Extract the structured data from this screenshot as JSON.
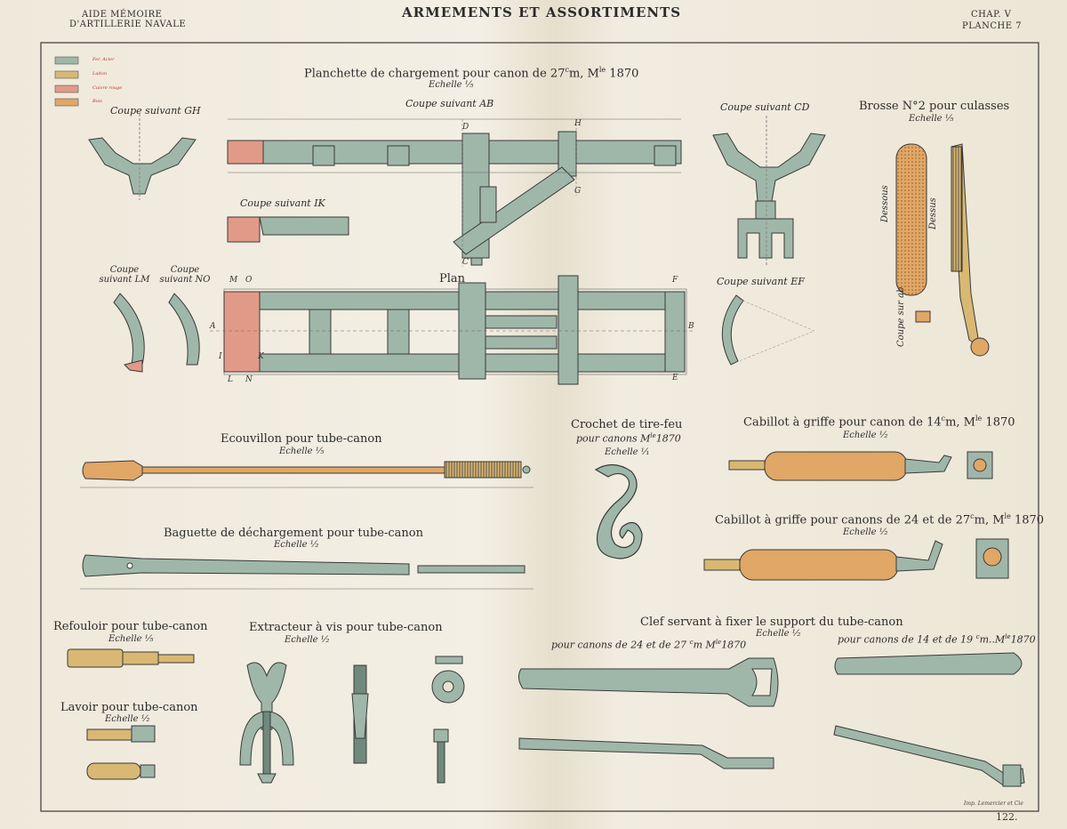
{
  "header": {
    "left_line1": "AIDE MÉMOIRE",
    "left_line2": "D'ARTILLERIE NAVALE",
    "title": "ARMEMENTS ET ASSORTIMENTS",
    "right_line1": "CHAP. V",
    "right_line2": "PLANCHE   7"
  },
  "legend": [
    {
      "label": "Fer, Acier",
      "color": "#9fb7a9"
    },
    {
      "label": "Laiton",
      "color": "#d9b873"
    },
    {
      "label": "Cuivre rouge",
      "color": "#e29a88"
    },
    {
      "label": "Bois",
      "color": "#e0a766"
    }
  ],
  "colors": {
    "steel": "#9fb7a9",
    "brass": "#d9b873",
    "copper": "#e29a88",
    "wood": "#e0a766",
    "ink": "#3a3a3a"
  },
  "planchette": {
    "title": "Planchette de chargement pour canon de 27",
    "title_sup": "c",
    "title_tail": "m, M",
    "title_sup2": "le",
    "title_year": " 1870",
    "scale": "Echelle ¹⁄₅",
    "coupe_gh": "Coupe suivant GH",
    "coupe_ab": "Coupe suivant AB",
    "coupe_cd": "Coupe suivant CD",
    "coupe_ik": "Coupe suivant IK",
    "coupe_lm": "Coupe suivant LM",
    "coupe_no": "Coupe suivant NO",
    "plan": "Plan",
    "coupe_ef": "Coupe suivant EF"
  },
  "brosse": {
    "title": "Brosse N°2 pour culasses",
    "scale": "Echelle ¹⁄₅",
    "dessous": "Dessous",
    "dessus": "Dessus",
    "coupe": "Coupe sur ab"
  },
  "ecouvillon": {
    "title": "Ecouvillon pour tube-canon",
    "scale": "Echelle ¹⁄₅"
  },
  "baguette": {
    "title": "Baguette de déchargement pour tube-canon",
    "scale": "Echelle ¹⁄₂"
  },
  "crochet": {
    "title": "Crochet de tire-feu",
    "subtitle": "pour canons M",
    "subtitle_sup": "le",
    "subtitle_year": "1870",
    "scale": "Echelle ¹⁄₁"
  },
  "cabillot1": {
    "title": "Cabillot à griffe pour canon de 14",
    "sup": "c",
    "tail": "m, M",
    "sup2": "le",
    "year": " 1870",
    "scale": "Echelle ¹⁄₂"
  },
  "cabillot2": {
    "title": "Cabillot à griffe pour canons de 24 et de 27",
    "sup": "c",
    "tail": "m, M",
    "sup2": "le",
    "year": " 1870",
    "scale": "Echelle ¹⁄₂"
  },
  "refouloir": {
    "title": "Refouloir pour tube-canon",
    "scale": "Echelle ¹⁄₅"
  },
  "lavoir": {
    "title": "Lavoir pour tube-canon",
    "scale": "Echelle ¹⁄₂"
  },
  "extracteur": {
    "title": "Extracteur à vis pour tube-canon",
    "scale": "Echelle ¹⁄₂"
  },
  "clef": {
    "title": "Clef servant à fixer le support du tube-canon",
    "scale": "Echelle ¹⁄₂",
    "left": "pour canons de 24 et de 27 ",
    "left_sup": "c",
    "left_tail": "m",
    "left_mle": " M",
    "left_sup2": "le",
    "left_year": "1870",
    "right": "pour canons de 14 et de 19 ",
    "right_sup": "c",
    "right_tail": "m",
    "right_mle": "..M",
    "right_sup2": "le",
    "right_year": "1870"
  },
  "footer": {
    "imprint": "Imp. Lemercier et Cie",
    "page": "122."
  },
  "letters": {
    "A": "A",
    "B": "B",
    "C": "C",
    "D": "D",
    "E": "E",
    "F": "F",
    "G": "G",
    "H": "H",
    "I": "I",
    "K": "K",
    "L": "L",
    "M": "M",
    "N": "N",
    "O": "O"
  }
}
